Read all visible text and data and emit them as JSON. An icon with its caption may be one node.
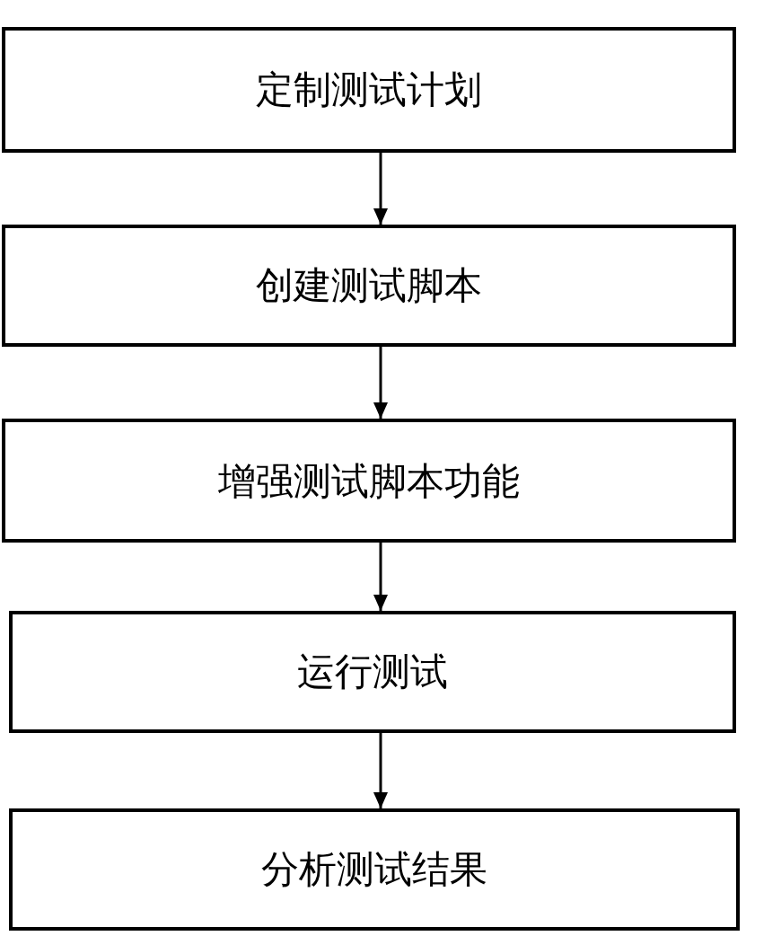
{
  "diagram": {
    "nodes": [
      {
        "text": [
          "定制测试计划"
        ]
      },
      {
        "text": [
          "创建测试脚本"
        ]
      },
      {
        "text": [
          "增强测试脚本功能"
        ]
      },
      {
        "text": [
          "运行测试"
        ]
      },
      {
        "text": [
          "分析测试结果"
        ]
      }
    ],
    "edges": [
      {
        "from": 0,
        "to": 1,
        "arrow": "to"
      },
      {
        "from": 1,
        "to": 2,
        "arrow": "to"
      },
      {
        "from": 2,
        "to": 3,
        "arrow": "to"
      },
      {
        "from": 3,
        "to": 4,
        "arrow": "to"
      }
    ]
  }
}
